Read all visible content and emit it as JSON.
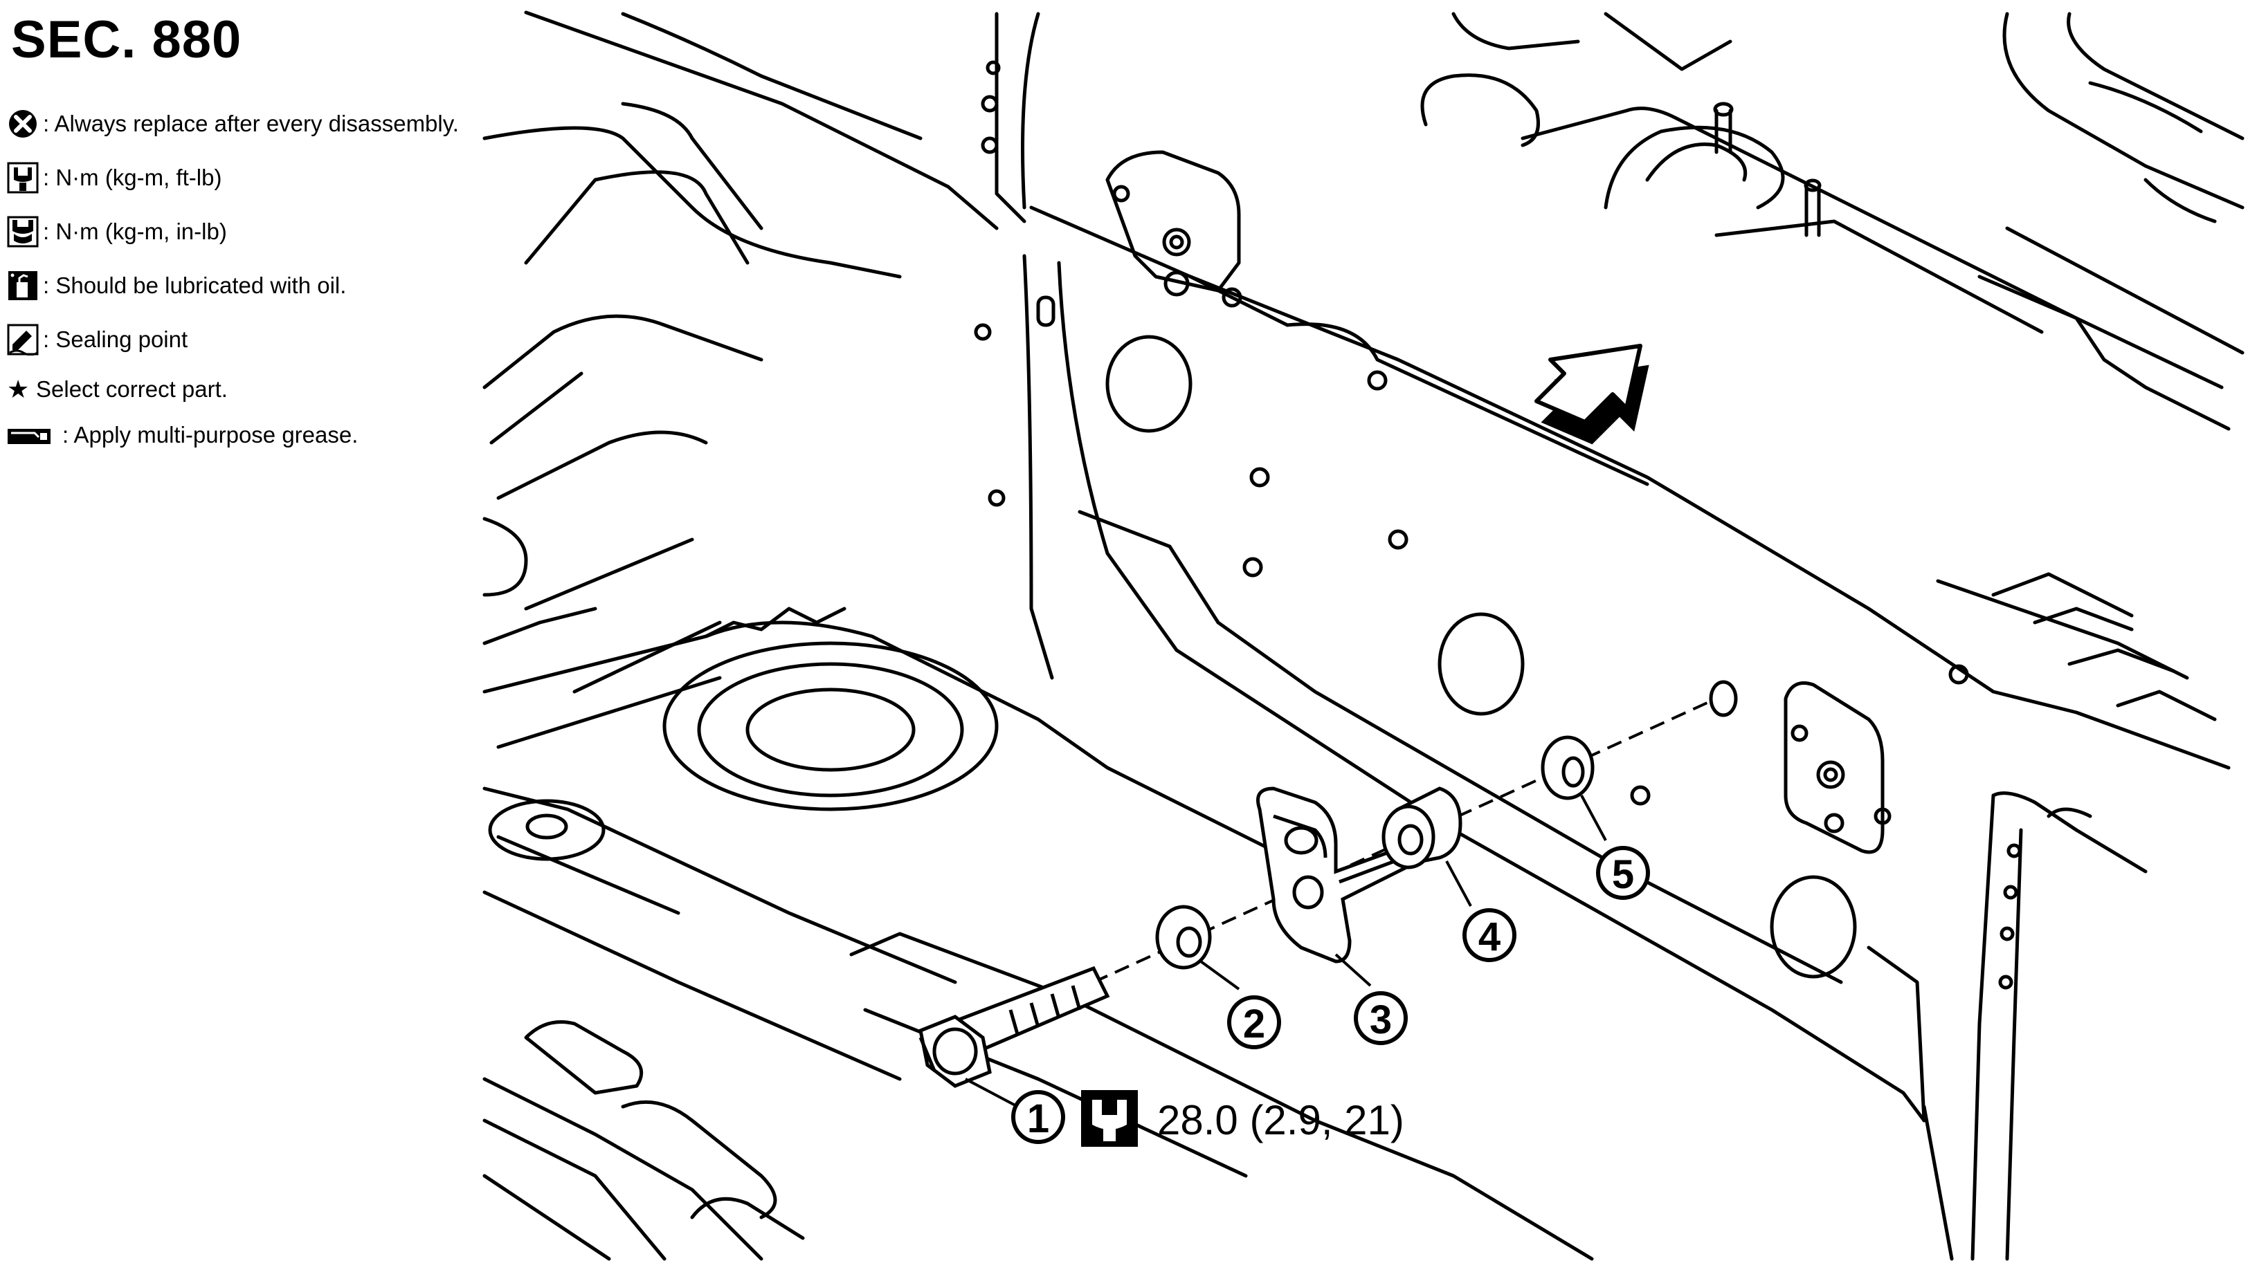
{
  "header": {
    "section": "SEC. 880"
  },
  "legend": {
    "items": [
      {
        "icon": "replace-x-icon",
        "text": ": Always replace after every disassembly."
      },
      {
        "icon": "torque-ftlb-icon",
        "text": ": N·m (kg-m, ft-lb)"
      },
      {
        "icon": "torque-inlb-icon",
        "text": ": N·m (kg-m, in-lb)"
      },
      {
        "icon": "oil-can-icon",
        "text": ": Should be lubricated with oil."
      },
      {
        "icon": "sealant-icon",
        "text": ": Sealing point"
      },
      {
        "icon": "star-icon",
        "symbol": "★",
        "text": "Select correct part."
      },
      {
        "icon": "grease-icon",
        "text": ": Apply multi-purpose grease."
      }
    ]
  },
  "diagram": {
    "callouts": [
      "1",
      "2",
      "3",
      "4",
      "5"
    ],
    "torque_spec": "28.0 (2.9, 21)",
    "torque_icon": "torque-ftlb-icon",
    "front_arrow_icon": "front-direction-arrow-icon",
    "line_color": "#000000",
    "background": "#ffffff"
  }
}
